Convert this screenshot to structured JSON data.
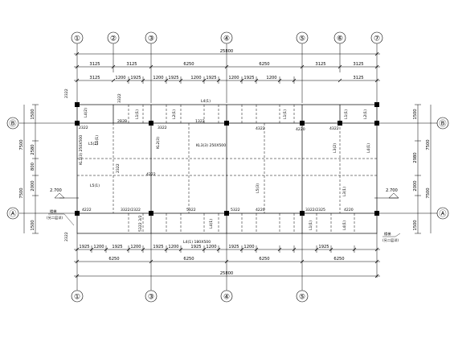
{
  "axes_x": [
    "①",
    "②",
    "③",
    "④",
    "⑤",
    "⑥",
    "⑦"
  ],
  "axes_y": [
    "Ⓑ",
    "Ⓐ"
  ],
  "top_dims": {
    "total": "25800",
    "row1": [
      "3125",
      "3125",
      "6250",
      "6250",
      "3125",
      "3125"
    ],
    "row2": [
      "3125",
      "1200",
      "1925",
      "1200",
      "1925",
      "1200",
      "1925",
      "1200",
      "1925",
      "1200",
      "3125"
    ]
  },
  "bottom_dims": {
    "row1": [
      "1925",
      "1200",
      "1925",
      "1200",
      "1925",
      "1200",
      "1925",
      "1200",
      "1925",
      "1200",
      "1925"
    ],
    "row2": [
      "6250",
      "6250",
      "6250",
      "6250"
    ],
    "total": "25800"
  },
  "left_dims": {
    "outer": [
      "7500",
      "7500"
    ],
    "inner": [
      "1500",
      "2580",
      "800",
      "2000",
      "1500"
    ]
  },
  "right_dims": {
    "outer": [
      "7500",
      "7500"
    ],
    "inner": [
      "1500",
      "2980",
      "2000",
      "1500"
    ]
  },
  "elevations": [
    "2.700",
    "2.700"
  ],
  "beam_labels": [
    "L4(1)",
    "L4(2)",
    "2322",
    "3322",
    "L1(1)",
    "L2(1)",
    "L1(1)",
    "4322",
    "2322",
    "2B2B",
    "4322",
    "3322",
    "L1(1)",
    "1322",
    "L4(1)",
    "L5(2)",
    "KL1(3) 250X500",
    "KL2(3)",
    "KL3(3) 250X500",
    "L5(3)",
    "2322",
    "4220",
    "5322",
    "4222",
    "L4(1) 180X500",
    "3322/2322",
    "5322",
    "5322 3/2",
    "3322/2325",
    "4220",
    "4220",
    "L4(1)",
    "4222",
    "L4(1)",
    "L3(1)",
    "L1(1)",
    "L5(1)",
    "L2(1)",
    "L3(2)",
    "L1(1)",
    "2322"
  ],
  "notes": [
    "楼梯",
    "(另二层详)",
    "楼梯",
    "(另二层详)"
  ]
}
